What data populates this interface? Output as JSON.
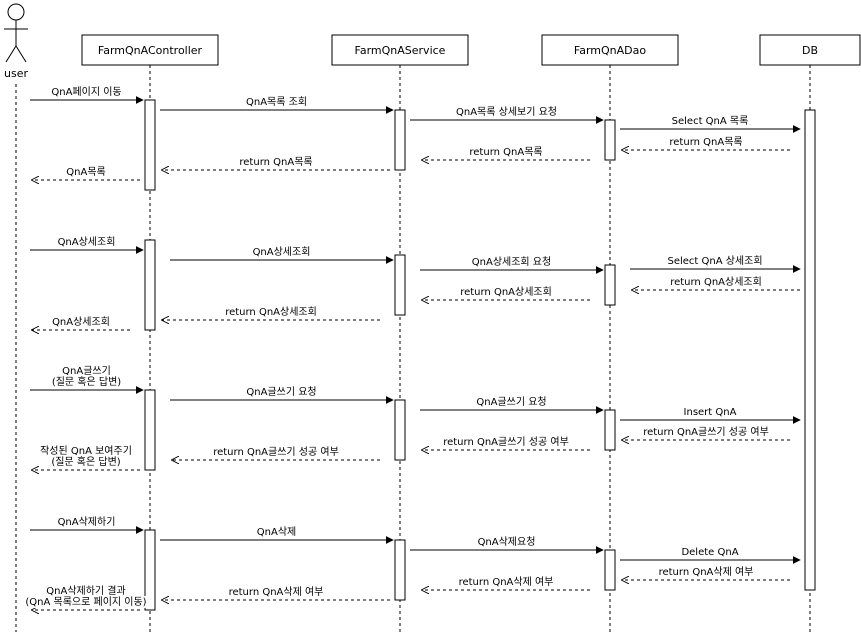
{
  "actor": {
    "label": "user"
  },
  "participants": [
    {
      "id": "controller",
      "label": "FarmQnAController"
    },
    {
      "id": "service",
      "label": "FarmQnAService"
    },
    {
      "id": "dao",
      "label": "FarmQnADao"
    },
    {
      "id": "db",
      "label": "DB"
    }
  ],
  "messages": [
    {
      "from": "user",
      "to": "controller",
      "label": [
        "QnA페이지 이동"
      ],
      "type": "sync"
    },
    {
      "from": "controller",
      "to": "service",
      "label": [
        "QnA목록 조회"
      ],
      "type": "sync"
    },
    {
      "from": "service",
      "to": "dao",
      "label": [
        "QnA목록 상세보기 요청"
      ],
      "type": "sync"
    },
    {
      "from": "dao",
      "to": "db",
      "label": [
        "Select QnA 목록"
      ],
      "type": "sync"
    },
    {
      "from": "db",
      "to": "dao",
      "label": [
        "return QnA목록"
      ],
      "type": "return"
    },
    {
      "from": "dao",
      "to": "service",
      "label": [
        "return QnA목록"
      ],
      "type": "return"
    },
    {
      "from": "service",
      "to": "controller",
      "label": [
        "return QnA목록"
      ],
      "type": "return"
    },
    {
      "from": "controller",
      "to": "user",
      "label": [
        "QnA목록"
      ],
      "type": "return"
    },
    {
      "from": "user",
      "to": "controller",
      "label": [
        "QnA상세조회"
      ],
      "type": "sync"
    },
    {
      "from": "controller",
      "to": "service",
      "label": [
        "QnA상세조회"
      ],
      "type": "sync"
    },
    {
      "from": "service",
      "to": "dao",
      "label": [
        "QnA상세조회 요청"
      ],
      "type": "sync"
    },
    {
      "from": "dao",
      "to": "db",
      "label": [
        "Select QnA 상세조회"
      ],
      "type": "sync"
    },
    {
      "from": "db",
      "to": "dao",
      "label": [
        "return QnA상세조회"
      ],
      "type": "return"
    },
    {
      "from": "dao",
      "to": "service",
      "label": [
        "return QnA상세조회"
      ],
      "type": "return"
    },
    {
      "from": "service",
      "to": "controller",
      "label": [
        "return QnA상세조회"
      ],
      "type": "return"
    },
    {
      "from": "controller",
      "to": "user",
      "label": [
        "QnA상세조회"
      ],
      "type": "return"
    },
    {
      "from": "user",
      "to": "controller",
      "label": [
        "QnA글쓰기",
        "(질문 혹은 답변)"
      ],
      "type": "sync"
    },
    {
      "from": "controller",
      "to": "service",
      "label": [
        "QnA글쓰기 요청"
      ],
      "type": "sync"
    },
    {
      "from": "service",
      "to": "dao",
      "label": [
        "QnA글쓰기 요청"
      ],
      "type": "sync"
    },
    {
      "from": "dao",
      "to": "db",
      "label": [
        "Insert QnA"
      ],
      "type": "sync"
    },
    {
      "from": "db",
      "to": "dao",
      "label": [
        "return QnA글쓰기 성공 여부"
      ],
      "type": "return"
    },
    {
      "from": "dao",
      "to": "service",
      "label": [
        "return QnA글쓰기 성공 여부"
      ],
      "type": "return"
    },
    {
      "from": "service",
      "to": "controller",
      "label": [
        "return QnA글쓰기 성공 여부"
      ],
      "type": "return"
    },
    {
      "from": "controller",
      "to": "user",
      "label": [
        "작성된 QnA 보여주기",
        "(질문 혹은 답변)"
      ],
      "type": "return"
    },
    {
      "from": "user",
      "to": "controller",
      "label": [
        "QnA삭제하기"
      ],
      "type": "sync"
    },
    {
      "from": "controller",
      "to": "service",
      "label": [
        "QnA삭제"
      ],
      "type": "sync"
    },
    {
      "from": "service",
      "to": "dao",
      "label": [
        "QnA삭제요청"
      ],
      "type": "sync"
    },
    {
      "from": "dao",
      "to": "db",
      "label": [
        "Delete QnA"
      ],
      "type": "sync"
    },
    {
      "from": "db",
      "to": "dao",
      "label": [
        "return QnA삭제 여부"
      ],
      "type": "return"
    },
    {
      "from": "dao",
      "to": "service",
      "label": [
        "return QnA삭제 여부"
      ],
      "type": "return"
    },
    {
      "from": "service",
      "to": "controller",
      "label": [
        "return QnA삭제 여부"
      ],
      "type": "return"
    },
    {
      "from": "controller",
      "to": "user",
      "label": [
        "QnA삭제하기 결과",
        "(QnA 목록으로 페이지 이동)"
      ],
      "type": "return"
    }
  ]
}
